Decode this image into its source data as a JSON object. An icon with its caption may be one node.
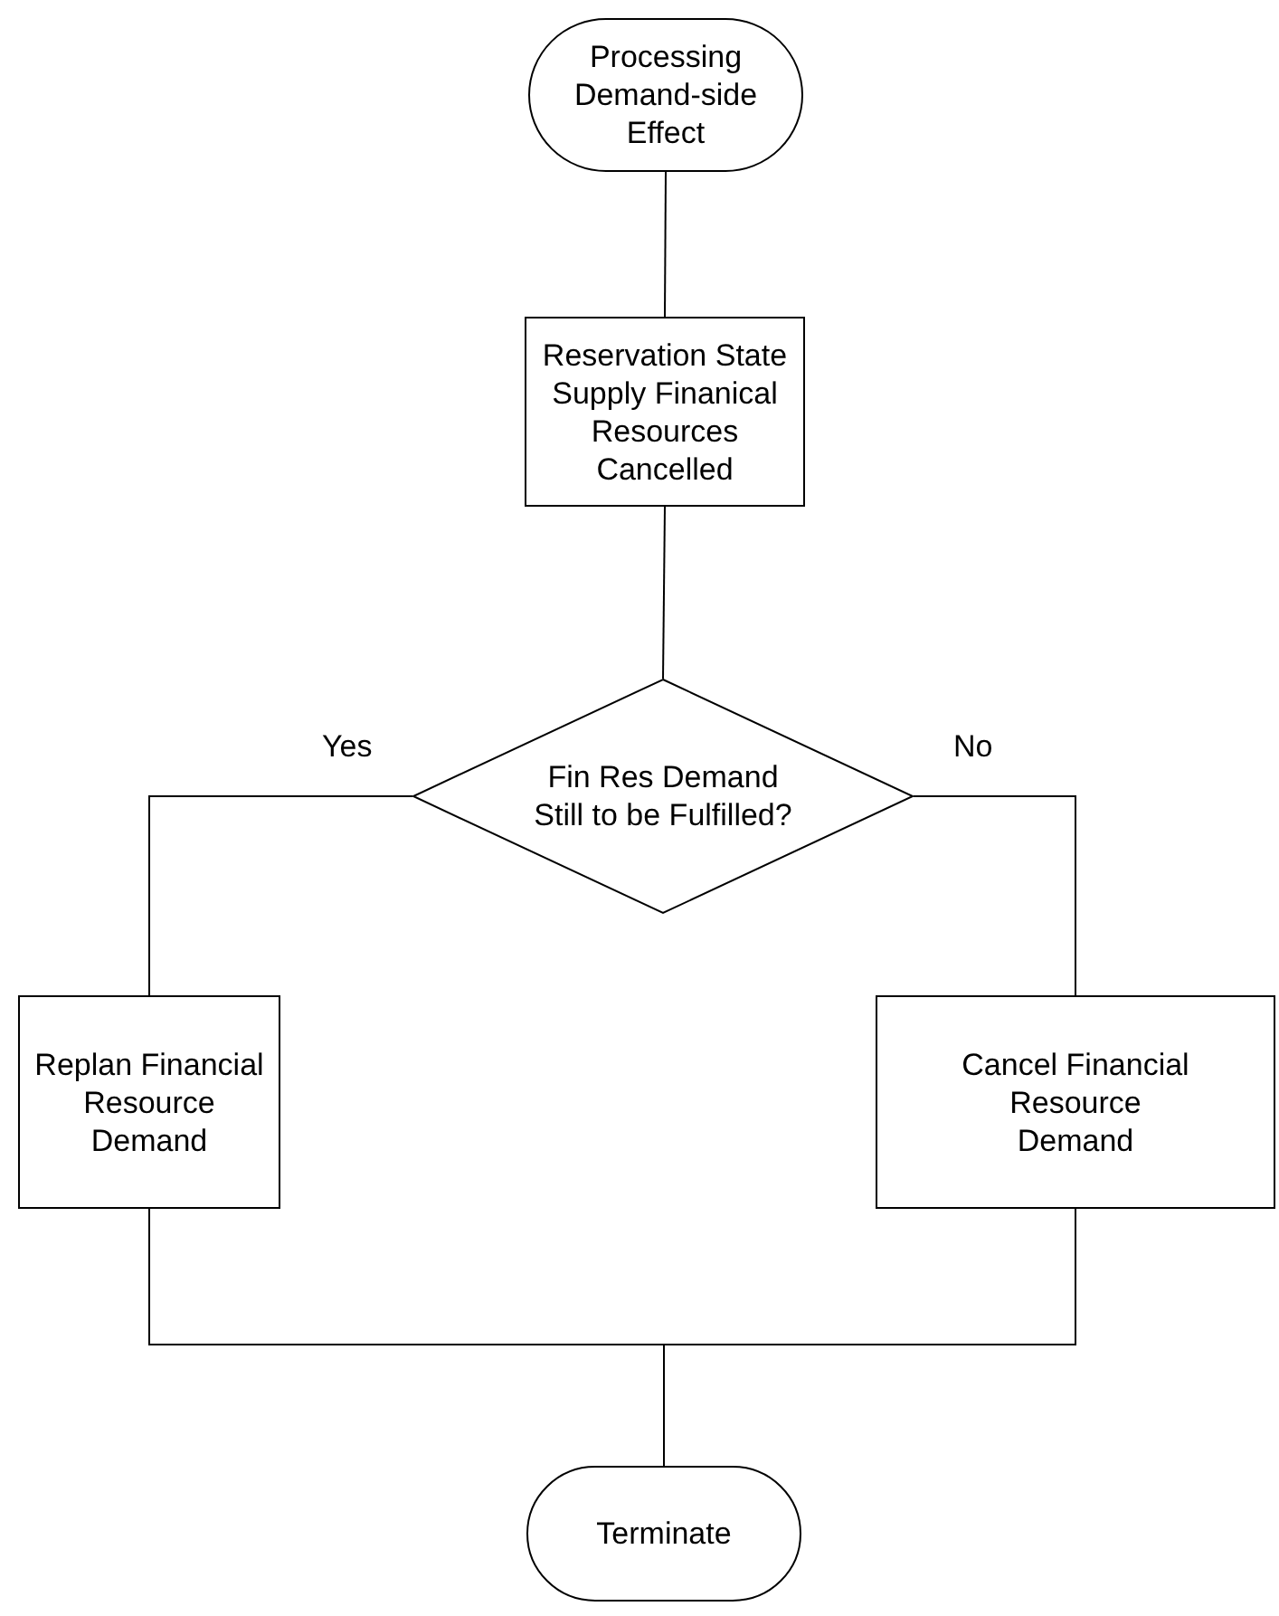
{
  "diagram": {
    "nodes": [
      {
        "text": [
          "Processing Demand-side Effect"
        ]
      },
      {
        "text": [
          "Reservation State Supply Finanical Resources Cancelled"
        ]
      },
      {
        "text": [
          "Fin Res Demand Still to be Fulfilled?"
        ]
      },
      {
        "text": [
          "Replan Financial Resource Demand"
        ]
      },
      {
        "text": [
          "Cancel Financial Resource Demand"
        ]
      },
      {
        "text": [
          "Terminate"
        ]
      }
    ],
    "edges": [
      {
        "from": 0,
        "to": 1,
        "arrow": "none"
      },
      {
        "from": 1,
        "to": 2,
        "arrow": "none"
      },
      {
        "from": 2,
        "to": 3,
        "arrow": "none",
        "label": "Yes"
      },
      {
        "from": 2,
        "to": 4,
        "arrow": "none",
        "label": "No"
      },
      {
        "from": 3,
        "to": 5,
        "arrow": "none"
      },
      {
        "from": 4,
        "to": 5,
        "arrow": "none"
      }
    ]
  }
}
